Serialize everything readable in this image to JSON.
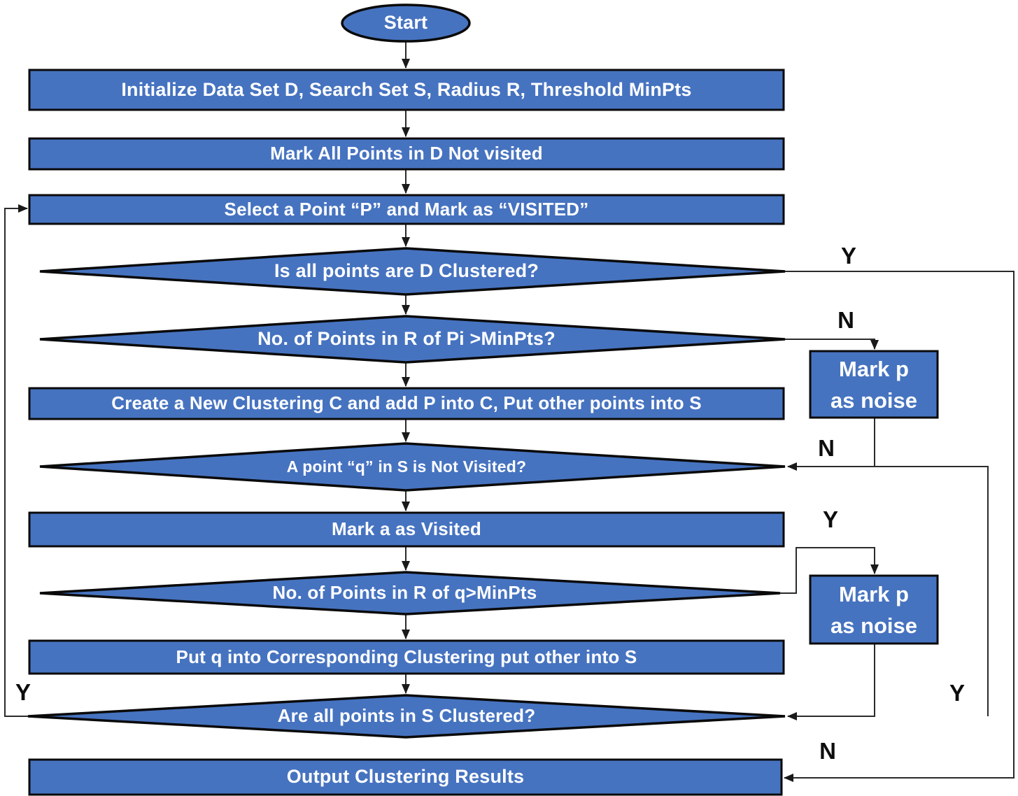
{
  "colors": {
    "node_fill": "#4673C0",
    "node_border": "#0a0a0a",
    "node_text": "#ffffff",
    "connector": "#2b2b2b",
    "edge_label_text": "#0d0d0d"
  },
  "nodes": {
    "start": {
      "label": "Start",
      "type": "terminator"
    },
    "init": {
      "label": "Initialize Data Set D, Search Set S, Radius R, Threshold MinPts",
      "type": "process"
    },
    "mark_all": {
      "label": "Mark All Points in D Not visited",
      "type": "process"
    },
    "select_p": {
      "label": "Select a Point “P” and Mark as “VISITED”",
      "type": "process"
    },
    "d_clustered": {
      "label": "Is all points are D Clustered?",
      "type": "decision"
    },
    "pi_minpts": {
      "label": "No. of Points in R of Pi >MinPts?",
      "type": "decision"
    },
    "create_c": {
      "label": "Create a New Clustering C and add P into C, Put other points into S",
      "type": "process"
    },
    "q_not_visited": {
      "label": "A point “q” in S is Not Visited?",
      "type": "decision"
    },
    "mark_a_visited": {
      "label": "Mark a as Visited",
      "type": "process"
    },
    "q_minpts": {
      "label": "No. of Points in R of q>MinPts",
      "type": "decision"
    },
    "put_q": {
      "label": "Put q into Corresponding Clustering put other into S",
      "type": "process"
    },
    "s_clustered": {
      "label": "Are all points in S Clustered?",
      "type": "decision"
    },
    "output": {
      "label": "Output Clustering Results",
      "type": "process"
    },
    "noise1": {
      "line1": "Mark p",
      "line2": "as noise",
      "type": "process"
    },
    "noise2": {
      "line1": "Mark p",
      "line2": "as noise",
      "type": "process"
    }
  },
  "edge_labels": {
    "y_top_right": "Y",
    "n_pi_minpts": "N",
    "n_noise1_to_q": "N",
    "y_q_minpts": "Y",
    "y_bottom_right": "Y",
    "n_to_output": "N",
    "y_left_loop": "Y"
  }
}
